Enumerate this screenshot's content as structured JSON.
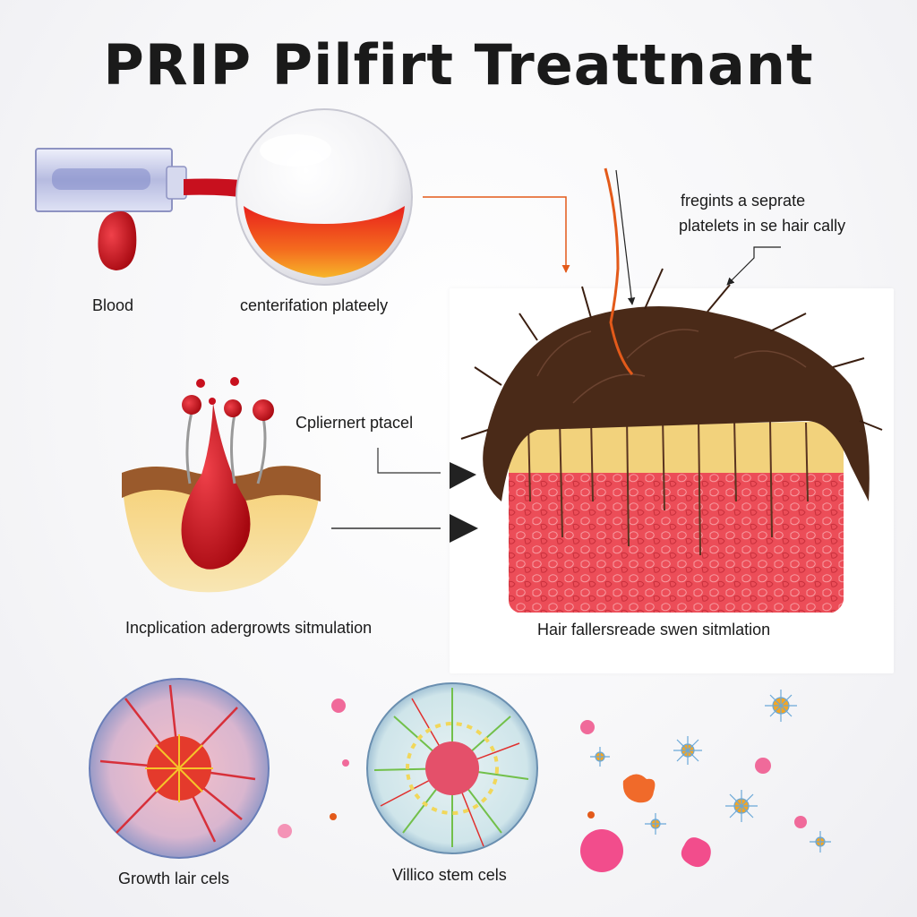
{
  "title": "PRIP Pilfirt Treattnant",
  "labels": {
    "blood": "Blood",
    "centrifugation": "centerifation plateely",
    "separate_line1": "fregints a seprate",
    "separate_line2": "platelets in se hair cally",
    "platelet_placement": "Cpliernert ptacel",
    "injection": "Incplication adergrowts sitmulation",
    "hair_follicle": "Hair fallersreade swen sitmlation",
    "growth_cells": "Growth lair cels",
    "stem_cells": "Villico stem cels"
  },
  "colors": {
    "blood": "#c8101e",
    "plasma": "#f5a623",
    "hair": "#4a2a18",
    "scalp": "#e8454f",
    "arrow": "#e35a1a"
  }
}
